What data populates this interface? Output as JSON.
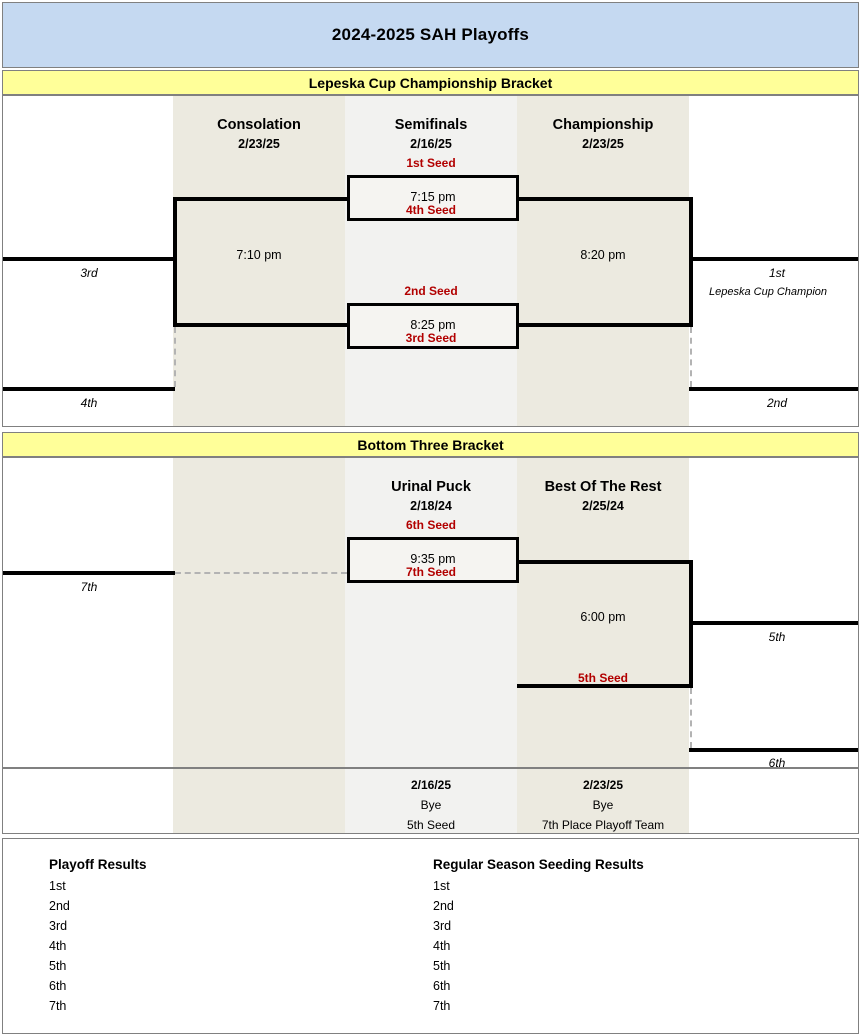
{
  "page": {
    "title": "2024-2025 SAH Playoffs",
    "colors": {
      "title_bg": "#c5d9f1",
      "section_header_bg": "#ffff99",
      "band_beige": "#eceae0",
      "band_gray": "#f2f2f0",
      "seed_text": "#b20000",
      "frame": "#808080"
    }
  },
  "brackets": [
    {
      "id": "lepeska",
      "header": "Lepeska Cup Championship Bracket",
      "columns": [
        {
          "name": "Consolation",
          "date": "2/23/25"
        },
        {
          "name": "Semifinals",
          "date": "2/16/25"
        },
        {
          "name": "Championship",
          "date": "2/23/25"
        }
      ],
      "games": [
        {
          "id": "semi-1",
          "time": "7:15 pm",
          "top_seed": "1st Seed",
          "bottom_seed": "4th Seed"
        },
        {
          "id": "semi-2",
          "time": "8:25 pm",
          "top_seed": "2nd Seed",
          "bottom_seed": "3rd Seed"
        },
        {
          "id": "consolation",
          "time": "7:10 pm",
          "top_seed": "",
          "bottom_seed": ""
        },
        {
          "id": "championship",
          "time": "8:20 pm",
          "top_seed": "",
          "bottom_seed": ""
        }
      ],
      "outcomes": {
        "first": "1st",
        "first_note": "Lepeska Cup Champion",
        "second": "2nd",
        "third": "3rd",
        "fourth": "4th"
      }
    },
    {
      "id": "bottom-three",
      "header": "Bottom Three Bracket",
      "columns": [
        {
          "name": "Urinal Puck",
          "date": "2/18/24"
        },
        {
          "name": "Best Of The Rest",
          "date": "2/25/24"
        }
      ],
      "games": [
        {
          "id": "urinal-puck",
          "time": "9:35 pm",
          "top_seed": "6th Seed",
          "bottom_seed": "7th Seed"
        },
        {
          "id": "best-of-the-rest",
          "time": "6:00 pm",
          "top_seed": "",
          "bottom_seed": "5th Seed"
        }
      ],
      "outcomes": {
        "fifth": "5th",
        "sixth": "6th",
        "seventh": "7th"
      }
    }
  ],
  "byes": [
    {
      "date": "2/16/25",
      "label": "Bye",
      "team": "5th Seed"
    },
    {
      "date": "2/23/25",
      "label": "Bye",
      "team": "7th Place Playoff Team"
    }
  ],
  "results": {
    "playoff": {
      "heading": "Playoff Results",
      "rows": [
        "1st",
        "2nd",
        "3rd",
        "4th",
        "5th",
        "6th",
        "7th"
      ]
    },
    "seeding": {
      "heading": "Regular Season Seeding Results",
      "rows": [
        "1st",
        "2nd",
        "3rd",
        "4th",
        "5th",
        "6th",
        "7th"
      ]
    }
  }
}
